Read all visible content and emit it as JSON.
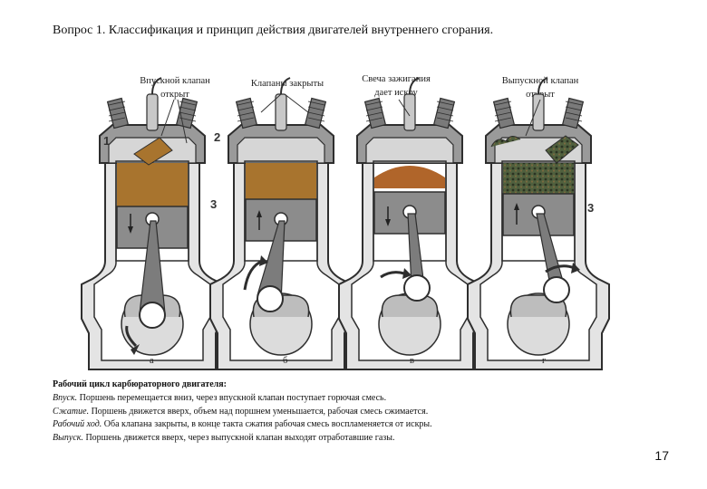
{
  "title": "Вопрос 1. Классификация и принцип действия двигателей внутреннего сгорания.",
  "callouts": {
    "intake_open": [
      "Впускной клапан",
      "открыт"
    ],
    "valves_closed": "Клапаны закрыты",
    "spark": [
      "Свеча зажигания",
      "дает искру"
    ],
    "exhaust_open": [
      "Выпускной клапан",
      "открыт"
    ]
  },
  "part_numbers": [
    "1",
    "2",
    "3",
    "3"
  ],
  "stroke_letters": [
    "а",
    "б",
    "в",
    "г"
  ],
  "description": {
    "heading": "Рабочий цикл карбюраторного двигателя:",
    "lines": [
      {
        "term": "Впуск.",
        "text": " Поршень перемещается вниз, через впускной клапан поступает горючая смесь."
      },
      {
        "term": "Сжатие.",
        "text": " Поршень движется вверх, объем над поршнем уменьшается, рабочая смесь сжимается."
      },
      {
        "term": "Рабочий ход.",
        "text": " Оба клапана закрыты, в конце такта сжатия рабочая смесь воспламеняется от искры."
      },
      {
        "term": "Выпуск.",
        "text": " Поршень движется вверх, через выпускной клапан выходят отработавшие газы."
      }
    ]
  },
  "page_number": "17",
  "colors": {
    "charge": "#a8742e",
    "burn": "#b0652a",
    "exhaust": "#4a5a3a",
    "metal": "#8a8a8a",
    "dark": "#3a3a3a"
  }
}
